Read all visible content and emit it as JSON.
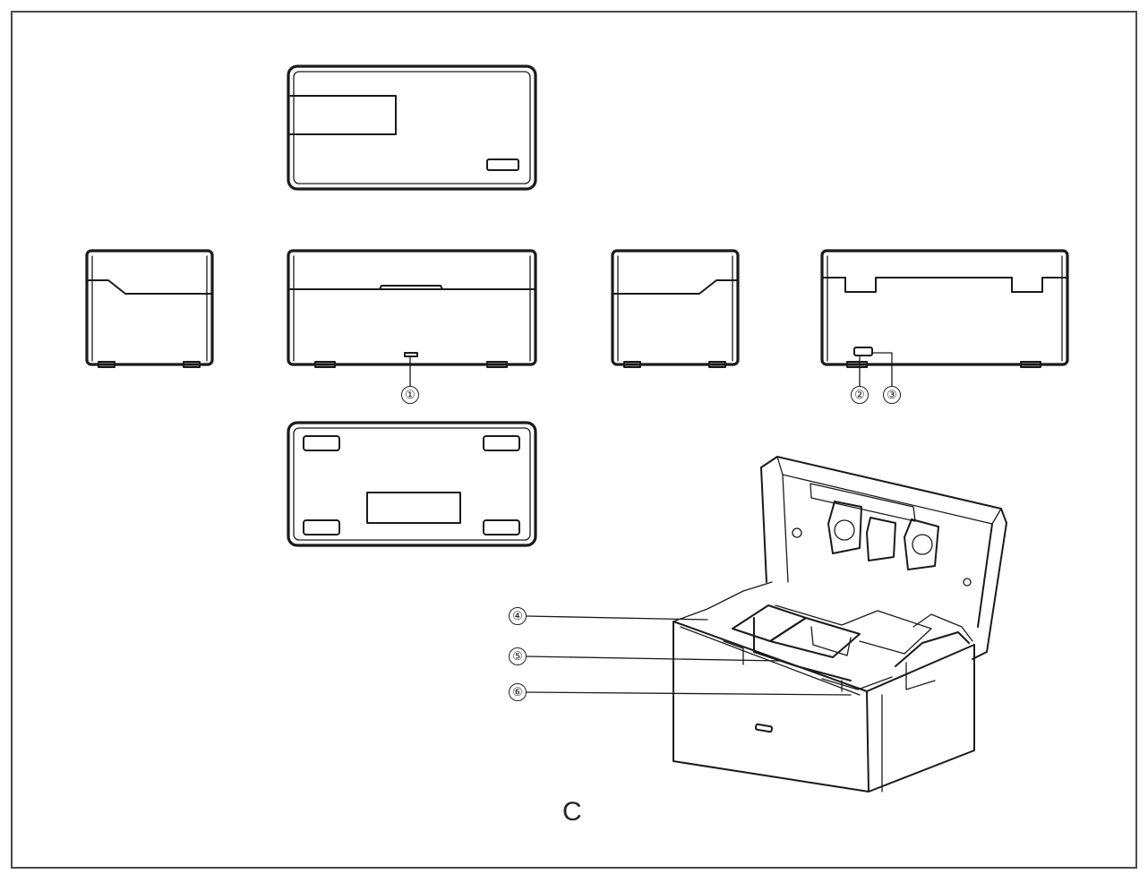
{
  "figure_label": "C",
  "callouts": [
    "①",
    "②",
    "③",
    "④",
    "⑤",
    "⑥"
  ]
}
